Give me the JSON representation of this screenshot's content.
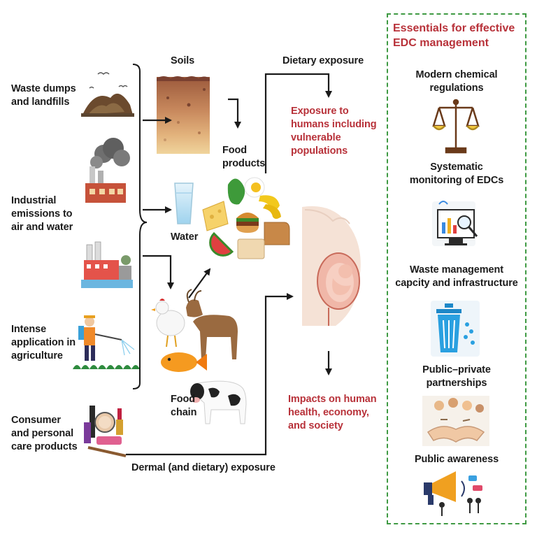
{
  "sources": {
    "waste": "Waste dumps\nand landfills",
    "industrial": "Industrial\nemissions to\nair and water",
    "agriculture": "Intense\napplication in\nagriculture",
    "consumer": "Consumer\nand personal\ncare products"
  },
  "pathways": {
    "soils": "Soils",
    "water": "Water",
    "food_products": "Food\nproducts",
    "food_chain": "Food\nchain",
    "dietary_exposure": "Dietary exposure",
    "dermal_exposure": "Dermal (and dietary) exposure"
  },
  "outcomes": {
    "exposure": "Exposure to\nhumans including\nvulnerable\npopulations",
    "impacts": "Impacts on human\nhealth, economy,\nand society"
  },
  "essentials": {
    "title": "Essentials for effective\nEDC management",
    "items": [
      {
        "label": "Modern chemical\nregulations",
        "icon": "scales-icon"
      },
      {
        "label": "Systematic\nmonitoring of EDCs",
        "icon": "monitor-analytics-icon"
      },
      {
        "label": "Waste management\ncapcity and infrastructure",
        "icon": "trash-bin-icon"
      },
      {
        "label": "Public–private\npartnerships",
        "icon": "handshake-icon"
      },
      {
        "label": "Public awareness",
        "icon": "megaphone-icon"
      }
    ]
  },
  "colors": {
    "accent_red": "#b8323a",
    "panel_border": "#3f9a43",
    "arrow": "#1a1a1a"
  }
}
